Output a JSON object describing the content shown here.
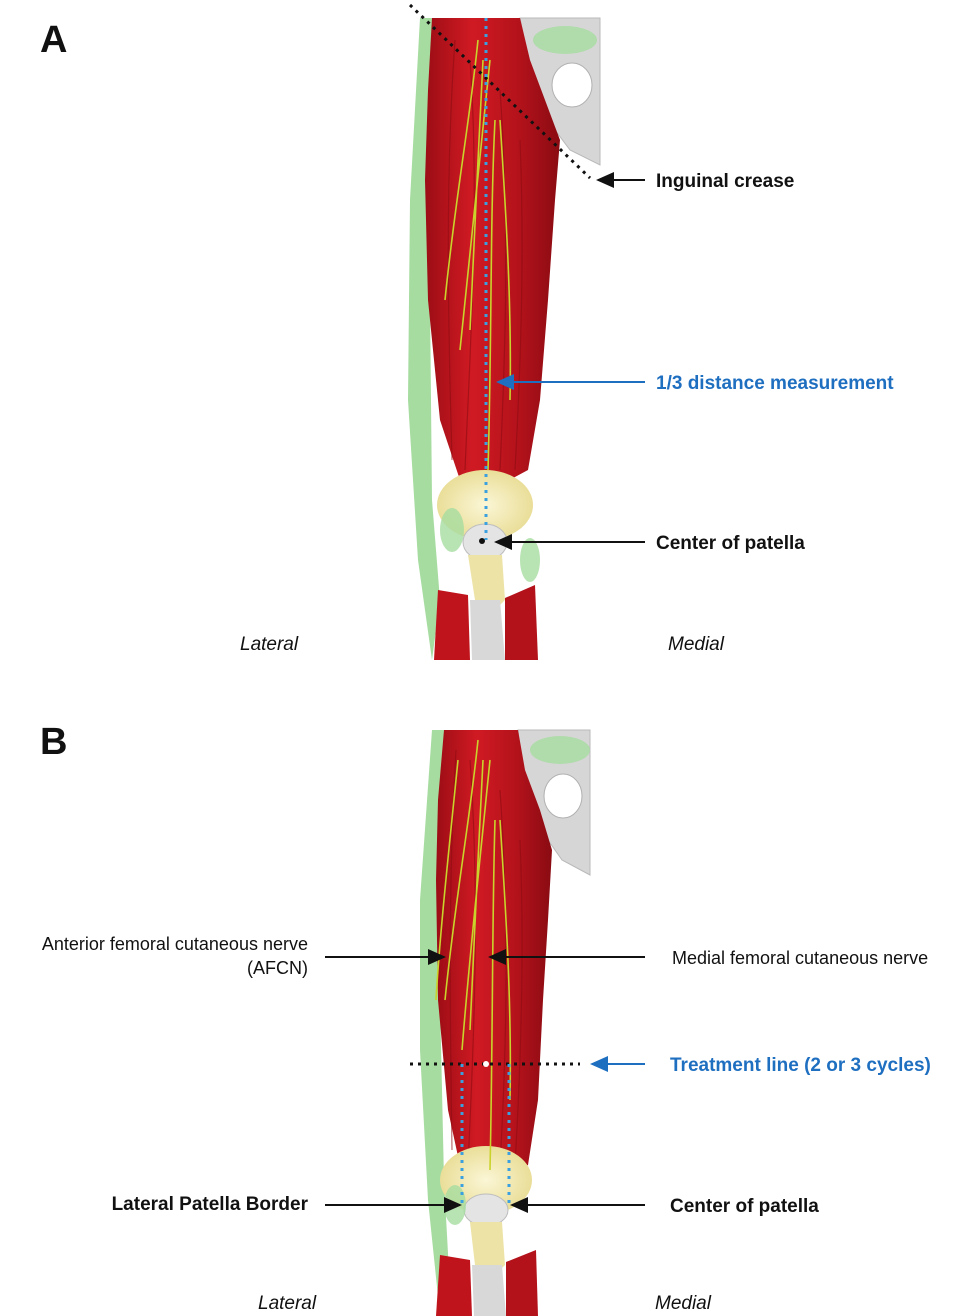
{
  "panels": {
    "a": {
      "letter": "A",
      "inguinal_label": "Inguinal crease",
      "distance_label": "1/3 distance measurement",
      "patella_label": "Center of patella",
      "lateral_label": "Lateral",
      "medial_label": "Medial"
    },
    "b": {
      "letter": "B",
      "afcn_label_line1": "Anterior femoral cutaneous nerve",
      "afcn_label_line2": "(AFCN)",
      "medial_nerve_label": "Medial femoral cutaneous nerve",
      "treatment_label": "Treatment line (2 or 3 cycles)",
      "lateral_border_label": "Lateral Patella Border",
      "patella_label": "Center of patella",
      "lateral_label": "Lateral",
      "medial_label": "Medial"
    }
  },
  "colors": {
    "muscle": "#c8141e",
    "muscle_dark": "#8e0b12",
    "fascia": "#a6dca0",
    "bone": "#d9d9d9",
    "tendon": "#f1eab4",
    "nerve": "#c9d32b",
    "guide_blue": "#3aa0e0",
    "label_blue": "#1f6fc1"
  }
}
